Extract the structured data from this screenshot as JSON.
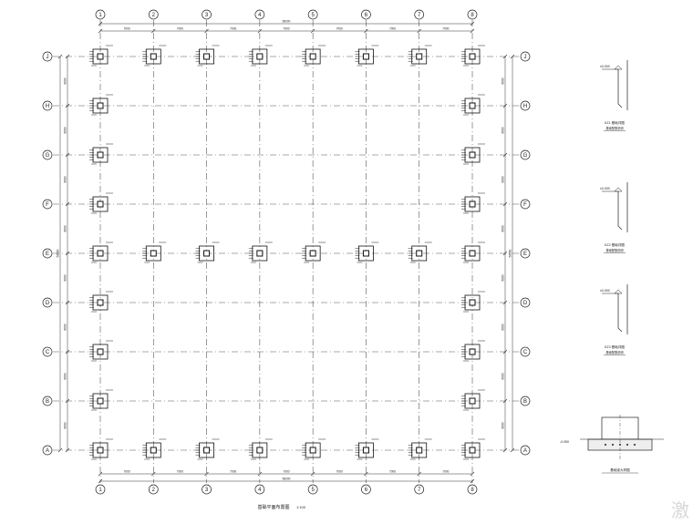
{
  "plan": {
    "title": "基础平面布置图",
    "scale": "1:100",
    "column_axes": [
      "1",
      "2",
      "3",
      "4",
      "5",
      "6",
      "7",
      "8"
    ],
    "row_axes": [
      "J",
      "H",
      "G",
      "F",
      "E",
      "D",
      "C",
      "B",
      "A"
    ],
    "total_dimension": "56000",
    "bay_dimension": "7000",
    "row_dimension": "6000"
  },
  "details": [
    {
      "title": "KZ1 基础详图",
      "subtitle": "基础配筋说明",
      "level": "±0.000"
    },
    {
      "title": "KZ2 基础详图",
      "subtitle": "基础配筋说明",
      "level": "±0.000"
    },
    {
      "title": "KZ3 基础详图",
      "subtitle": "基础配筋说明",
      "level": "±0.000"
    },
    {
      "title": "基础梁大样图",
      "subtitle": "",
      "level": "-0.050"
    }
  ],
  "watermark": "激"
}
